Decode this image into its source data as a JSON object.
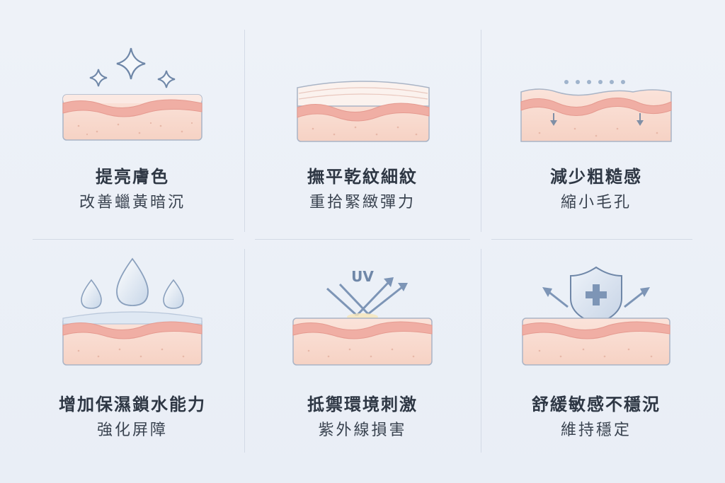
{
  "colors": {
    "background": "#eef2f8",
    "skin_top": "#f2b3aa",
    "skin_body": "#f8d9cd",
    "outline": "#a9b4c6",
    "icon_blue": "#6f87a8",
    "title_text": "#2e3744"
  },
  "benefits": [
    {
      "icon": "sparkle-icon",
      "title": "提亮膚色",
      "subtitle": "改善蠟黃暗沉"
    },
    {
      "icon": "smooth-layer-icon",
      "title": "撫平乾紋細紋",
      "subtitle": "重拾緊緻彈力"
    },
    {
      "icon": "pore-icon",
      "title": "減少粗糙感",
      "subtitle": "縮小毛孔"
    },
    {
      "icon": "water-drop-icon",
      "title": "增加保濕鎖水能力",
      "subtitle": "強化屏障"
    },
    {
      "icon": "uv-reflect-icon",
      "title": "抵禦環境刺激",
      "subtitle": "紫外線損害",
      "uv_label": "UV"
    },
    {
      "icon": "shield-icon",
      "title": "舒緩敏感不穩況",
      "subtitle": "維持穩定"
    }
  ]
}
